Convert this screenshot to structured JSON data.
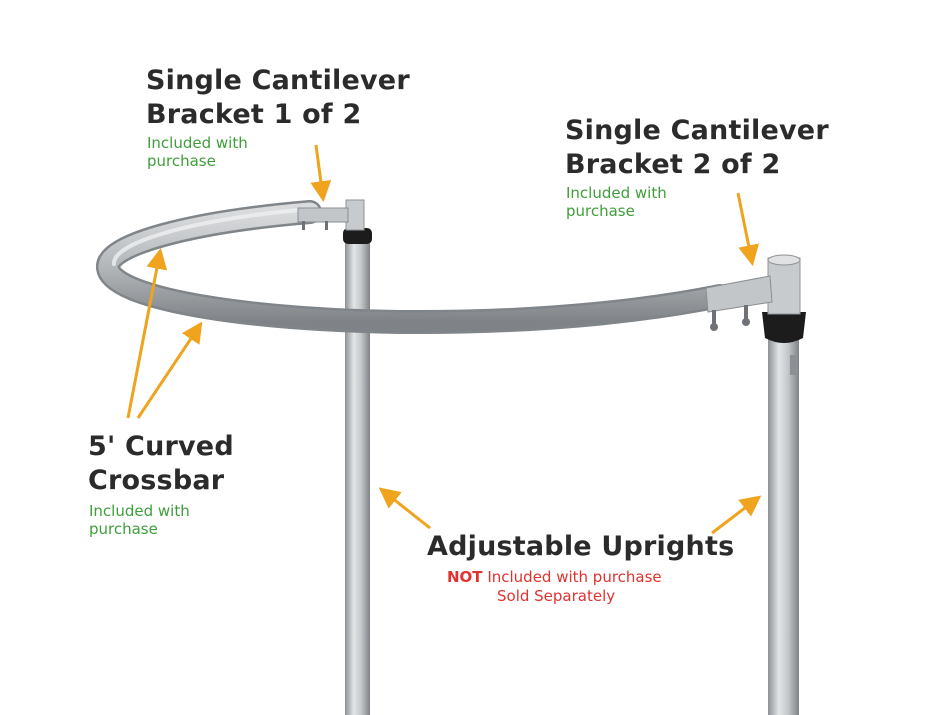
{
  "annotations": {
    "bracket1": {
      "title_line1": "Single Cantilever",
      "title_line2": "Bracket 1 of 2",
      "note_line1": "Included with",
      "note_line2": "purchase"
    },
    "bracket2": {
      "title_line1": "Single Cantilever",
      "title_line2": "Bracket 2 of 2",
      "note_line1": "Included with",
      "note_line2": "purchase"
    },
    "crossbar": {
      "title_line1": "5' Curved",
      "title_line2": "Crossbar",
      "note_line1": "Included with",
      "note_line2": "purchase"
    },
    "uprights": {
      "title": "Adjustable Uprights",
      "note_not": "NOT",
      "note_rest": " Included with purchase",
      "note_line2": "Sold Separately"
    }
  },
  "colors": {
    "title_text": "#2b2b2b",
    "included_green": "#3f9e3a",
    "not_included_red": "#e0322f",
    "arrow_orange": "#f0a31c",
    "metal_silver": "#b9bcbf",
    "rubber_cap": "#1c1c1c"
  }
}
